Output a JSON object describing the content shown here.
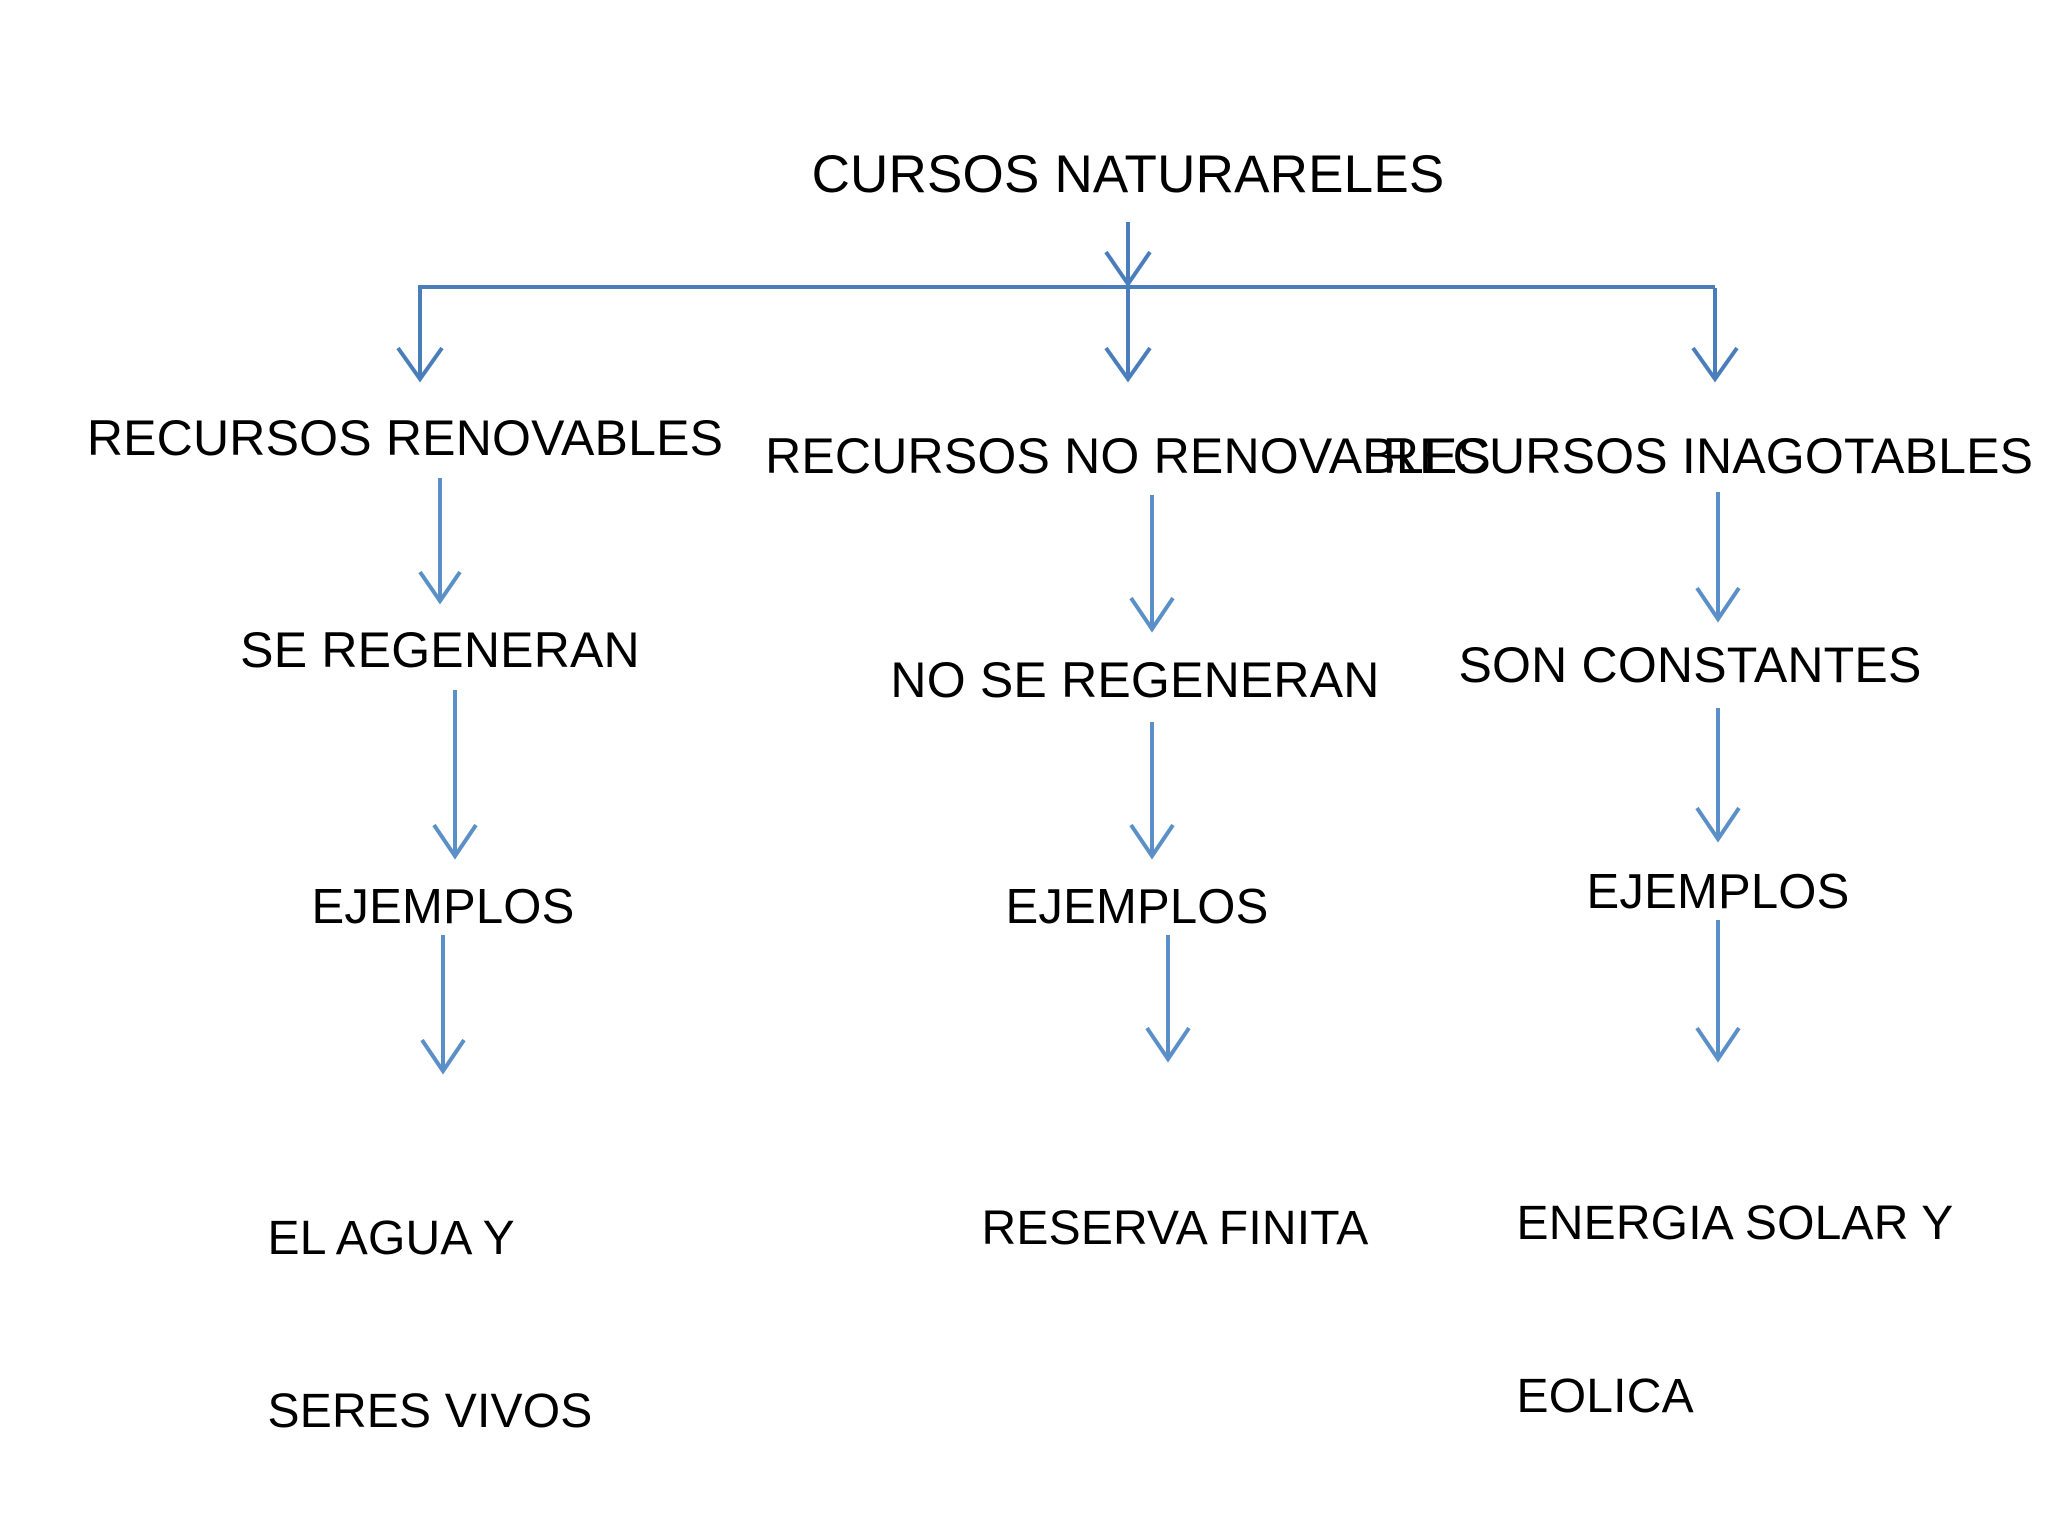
{
  "page": {
    "background_color": "#FFFFFF",
    "text_color": "#000000",
    "connector_color": "#4A7EBB",
    "connector_color_light": "#5B8FC7"
  },
  "diagram": {
    "title": "CURSOS NATURARELES",
    "root": {
      "label": "CURSOS NATURARELES"
    },
    "branches": [
      {
        "category": "RECURSOS RENOVABLES",
        "state": "SE REGENERAN",
        "examples_label": "EJEMPLOS",
        "examples_line1": "EL AGUA Y",
        "examples_line2": "SERES VIVOS"
      },
      {
        "category": "RECURSOS NO RENOVABLES",
        "state": "NO SE REGENERAN",
        "examples_label": "EJEMPLOS",
        "examples_line1": "RESERVA FINITA",
        "examples_line2": ""
      },
      {
        "category": "RECURSOS INAGOTABLES",
        "state": "SON CONSTANTES",
        "examples_label": "EJEMPLOS",
        "examples_line1": "ENERGIA SOLAR Y",
        "examples_line2": "EOLICA"
      }
    ]
  }
}
